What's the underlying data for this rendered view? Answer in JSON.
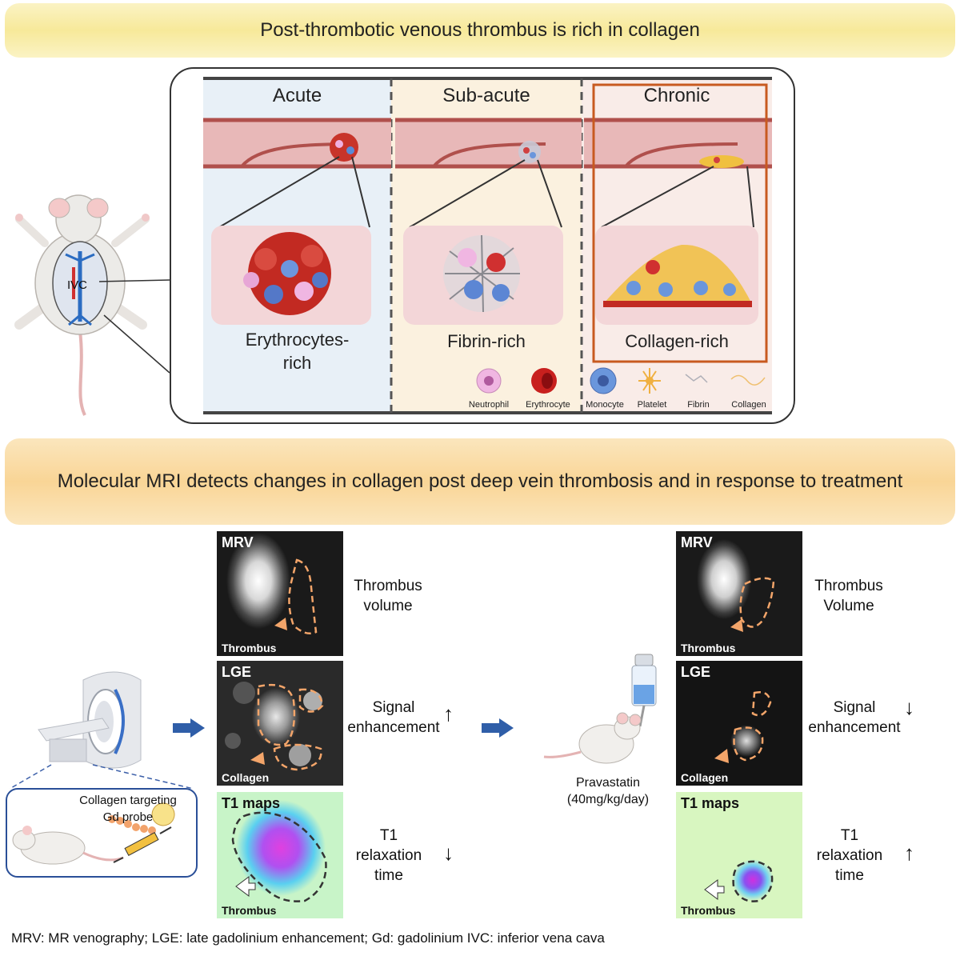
{
  "top_banner": "Post-thrombotic venous thrombus is rich in collagen",
  "mouse_label": "IVC",
  "stages": [
    {
      "name": "Acute",
      "description": "Erythrocytes-\nrich"
    },
    {
      "name": "Sub-acute",
      "description": "Fibrin-rich"
    },
    {
      "name": "Chronic",
      "description": "Collagen-rich"
    }
  ],
  "cell_legend": [
    "Neutrophil",
    "Erythrocyte",
    "Monocyte",
    "Platelet",
    "Fibrin",
    "Collagen"
  ],
  "middle_banner": "Molecular MRI detects changes in collagen post deep vein thrombosis and in response to treatment",
  "probe_label": "Collagen targeting\nGd probe",
  "treatment": {
    "drug": "Pravastatin",
    "dose": "(40mg/kg/day)"
  },
  "left_column": {
    "mrv": {
      "title": "MRV",
      "bottom": "Thrombus",
      "desc": "Thrombus\nvolume"
    },
    "lge": {
      "title": "LGE",
      "bottom": "Collagen",
      "desc": "Signal\nenhancement",
      "arrow": "↑"
    },
    "t1": {
      "title": "T1 maps",
      "bottom": "Thrombus",
      "desc": "T1\nrelaxation\ntime",
      "arrow": "↓"
    }
  },
  "right_column": {
    "mrv": {
      "title": "MRV",
      "bottom": "Thrombus",
      "desc": "Thrombus\nVolume"
    },
    "lge": {
      "title": "LGE",
      "bottom": "Collagen",
      "desc": "Signal\nenhancement",
      "arrow": "↓"
    },
    "t1": {
      "title": "T1 maps",
      "bottom": "Thrombus",
      "desc": "T1\nrelaxation\ntime",
      "arrow": "↑"
    }
  },
  "footer": "MRV: MR venography; LGE: late gadolinium enhancement; Gd: gadolinium  IVC: inferior vena cava",
  "colors": {
    "vessel": "#e8b8b8",
    "vessel_wall": "#b0504c",
    "chronic_box": "#c85a20",
    "arrow_blue": "#2f5ea8",
    "dash_orange": "#f3a56a"
  }
}
